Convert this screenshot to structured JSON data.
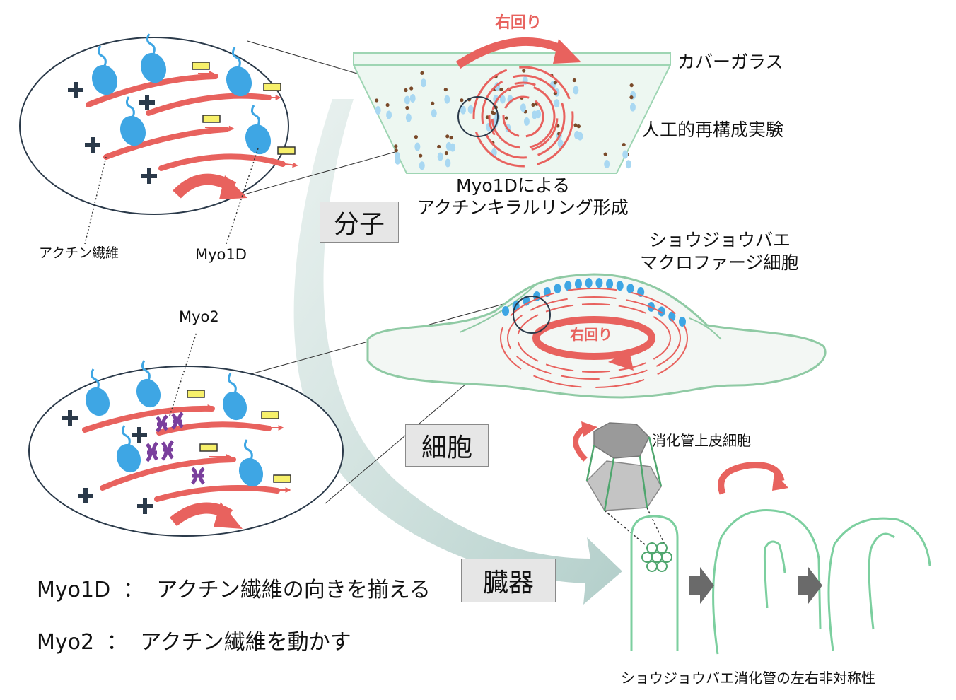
{
  "levels": {
    "molecule": "分子",
    "cell": "細胞",
    "organ": "臓器"
  },
  "top": {
    "rotation": "右回り",
    "cover_glass": "カバーガラス",
    "experiment": "人工的再構成実験",
    "ring_line1": "Myo1Dによる",
    "ring_line2": "アクチンキラルリング形成"
  },
  "zoom_labels": {
    "actin": "アクチン繊維",
    "myo1d": "Myo1D",
    "myo2": "Myo2"
  },
  "cell": {
    "title_line1": "ショウジョウバエ",
    "title_line2": "マクロファージ細胞",
    "rotation": "右回り"
  },
  "gut": {
    "epithelium": "消化管上皮細胞",
    "caption": "ショウジョウバエ消化管の左右非対称性"
  },
  "summary": {
    "myo1d_name": "Myo1D",
    "myo1d_sep": "：",
    "myo1d_text": "アクチン繊維の向きを揃える",
    "myo2_name": "Myo2",
    "myo2_sep": "：",
    "myo2_text": "アクチン繊維を動かす"
  },
  "colors": {
    "actin": "#e8625e",
    "myosin": "#3ea6e4",
    "myo2": "#7a3f9d",
    "membrane": "#8fcaa4",
    "plus": "#2b3a4a",
    "minus": "#f7f06a"
  }
}
